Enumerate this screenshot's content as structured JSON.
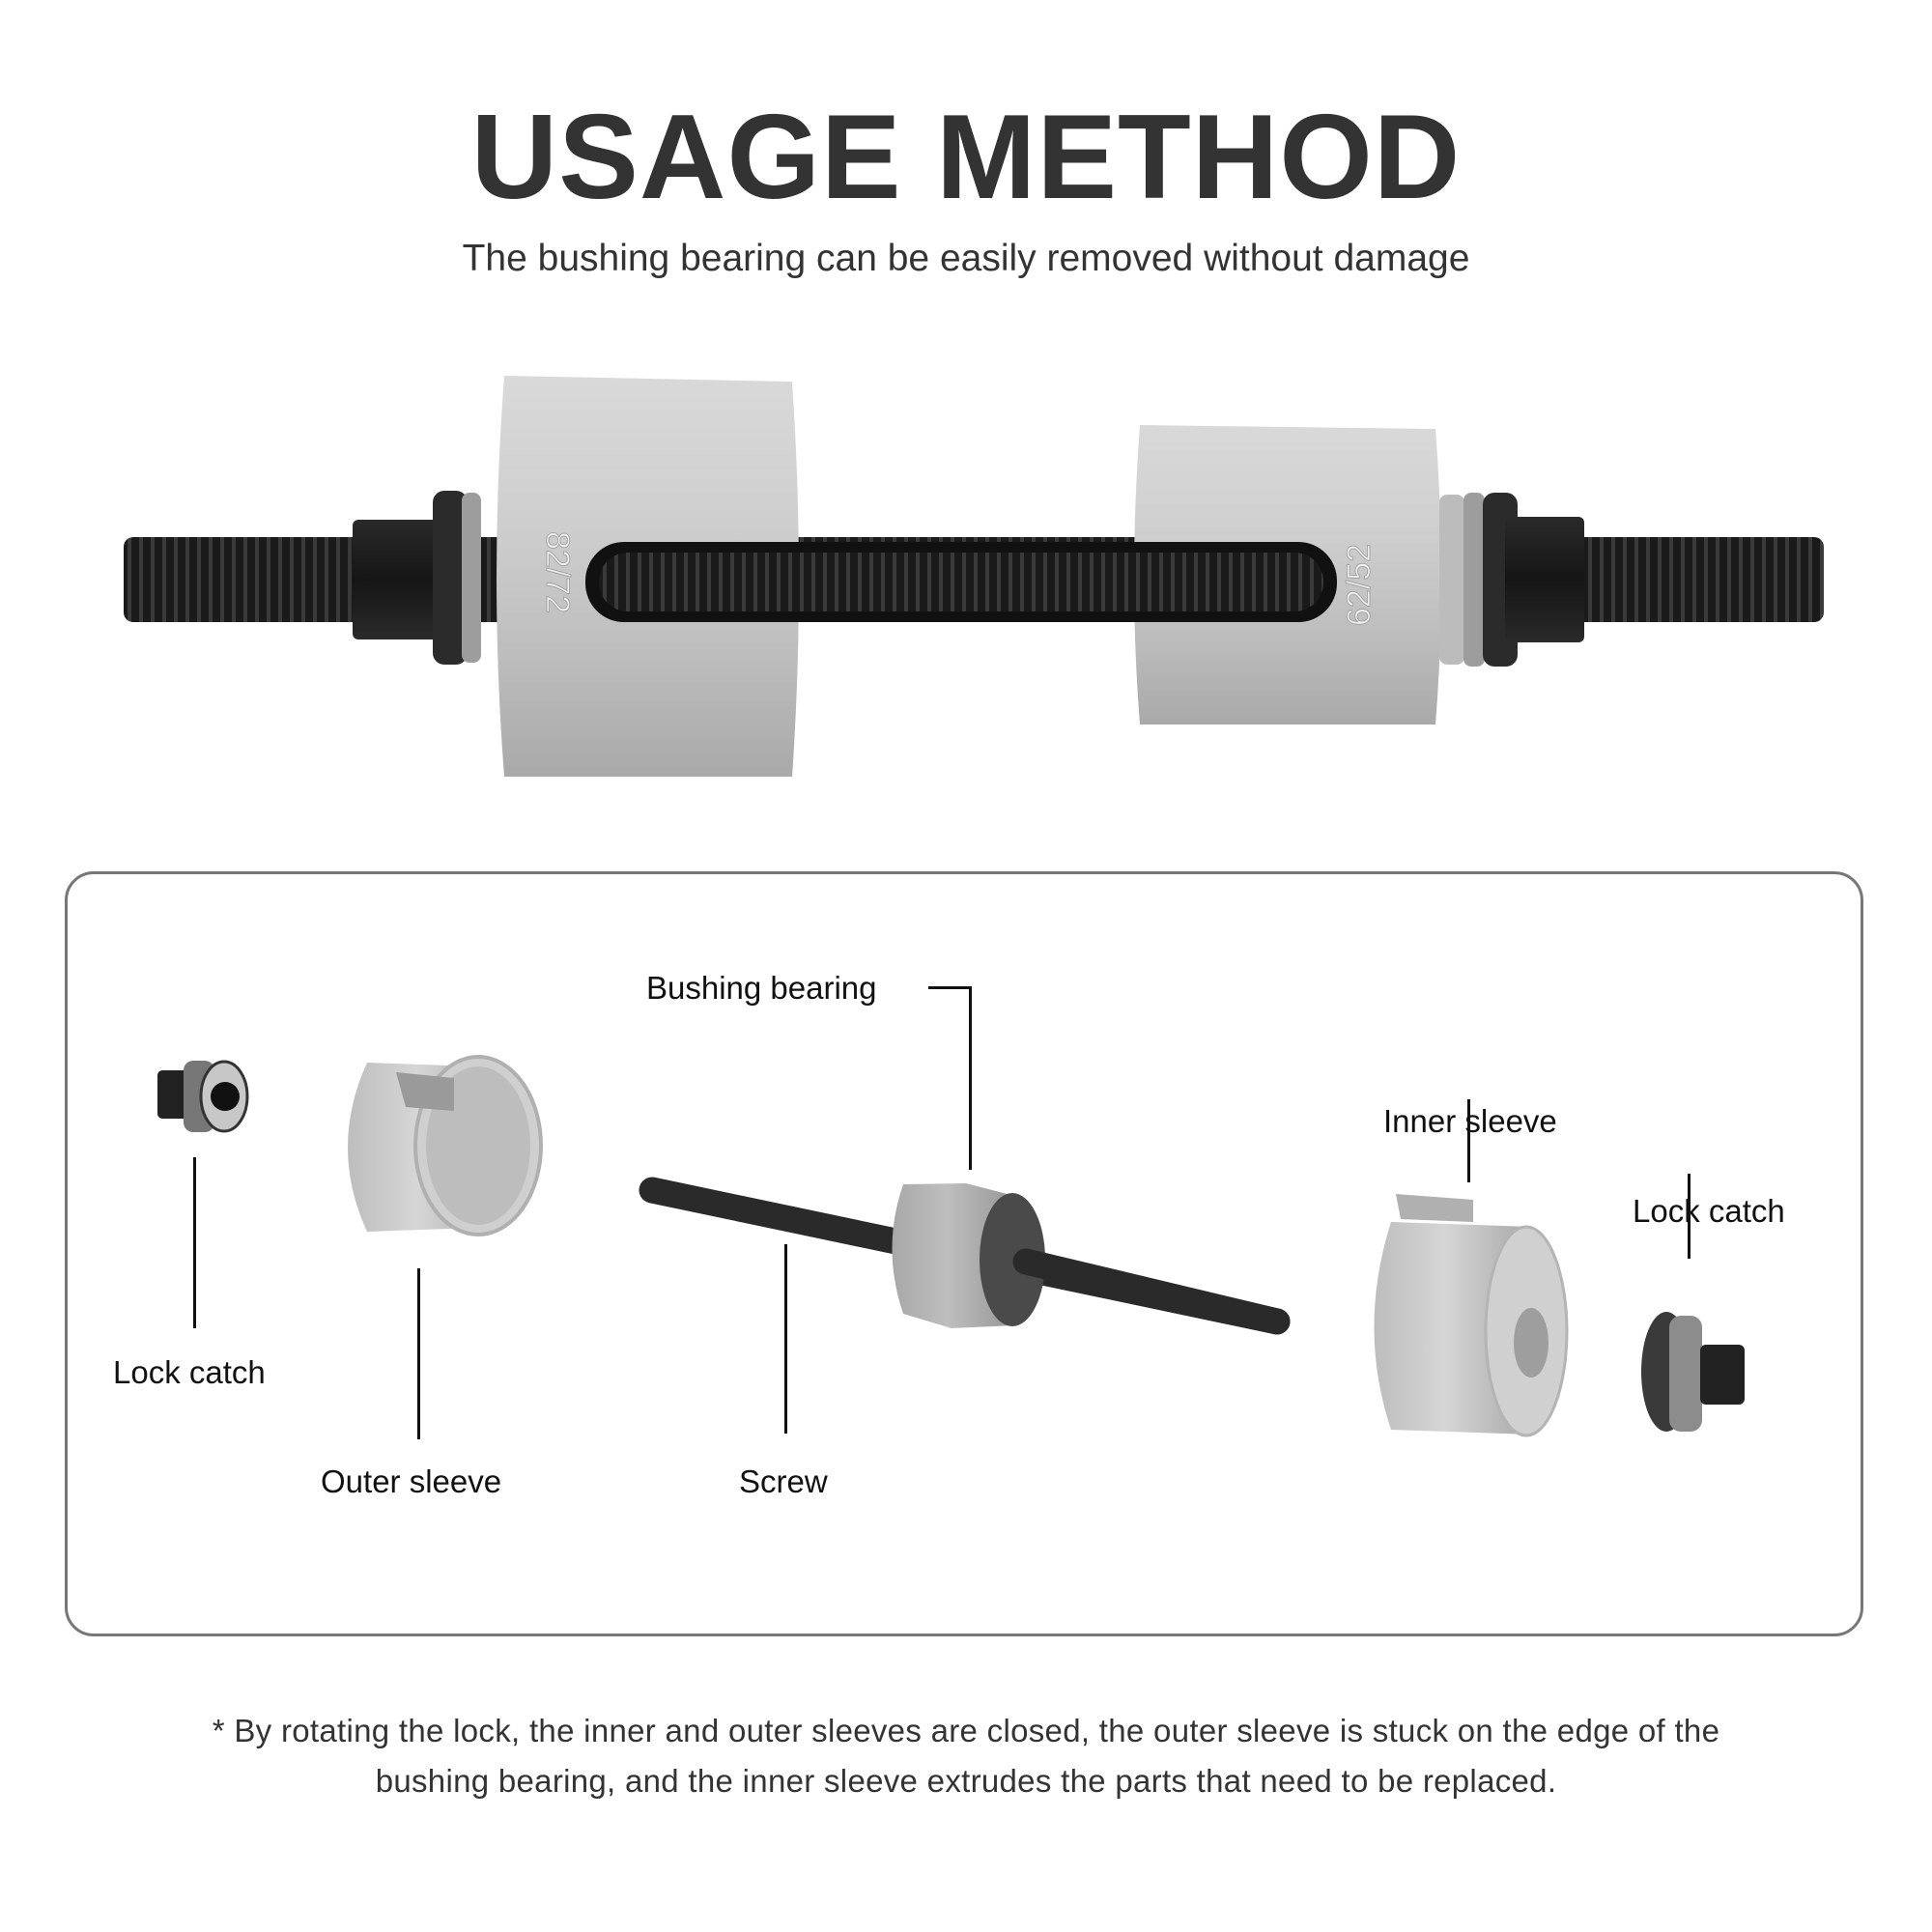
{
  "header": {
    "title": "USAGE METHOD",
    "subtitle": "The bushing bearing can be easily removed without damage"
  },
  "product_photo": {
    "large_cylinder_marking": "82/72",
    "small_cylinder_marking": "62/52"
  },
  "diagram": {
    "labels": {
      "bushing_bearing": "Bushing bearing",
      "inner_sleeve": "Inner sleeve",
      "lock_catch_right": "Lock catch",
      "lock_catch_left": "Lock catch",
      "outer_sleeve": "Outer sleeve",
      "screw": "Screw"
    }
  },
  "footnote": {
    "line1": "* By rotating the lock, the inner and outer sleeves are closed, the outer sleeve is stuck on the edge of the",
    "line2": "bushing bearing, and the inner sleeve extrudes the parts that need to be replaced."
  },
  "colors": {
    "text": "#333333",
    "panel_border": "#777777",
    "steel": "#c8c8c8",
    "black_oxide": "#1e1e1e"
  }
}
